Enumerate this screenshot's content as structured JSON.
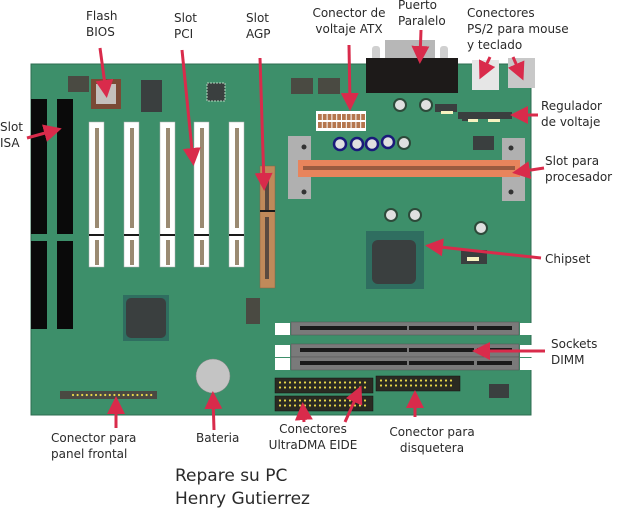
{
  "labels": {
    "flash_bios": [
      "Flash",
      "BIOS"
    ],
    "slot_pci": [
      "Slot",
      "PCI"
    ],
    "slot_agp": [
      "Slot",
      "AGP"
    ],
    "atx": [
      "Conector de",
      "voltaje ATX"
    ],
    "parallel": [
      "Puerto",
      "Paralelo"
    ],
    "ps2": [
      "Conectores",
      "PS/2 para mouse",
      "y teclado"
    ],
    "slot_isa": [
      "Slot",
      "ISA"
    ],
    "regulator": [
      "Regulador",
      "de voltaje"
    ],
    "cpu_slot": [
      "Slot para",
      "procesador"
    ],
    "chipset": [
      "Chipset"
    ],
    "dimm": [
      "Sockets",
      "DIMM"
    ],
    "front_panel": [
      "Conector para",
      "panel frontal"
    ],
    "battery": [
      "Bateria"
    ],
    "ide": [
      "Conectores",
      "UltraDMA EIDE"
    ],
    "floppy": [
      "Conector para",
      "disquetera"
    ]
  },
  "credits": [
    "Repare su PC",
    "Henry Gutierrez"
  ],
  "colors": {
    "board": "#3d8f6a",
    "arrow": "#d92b4b",
    "isa": "#0a0a0a",
    "pci": "#ffffff",
    "agp": "#c08a5a",
    "cpu_slot": "#e8845c",
    "chip": "#3a3f3f"
  }
}
